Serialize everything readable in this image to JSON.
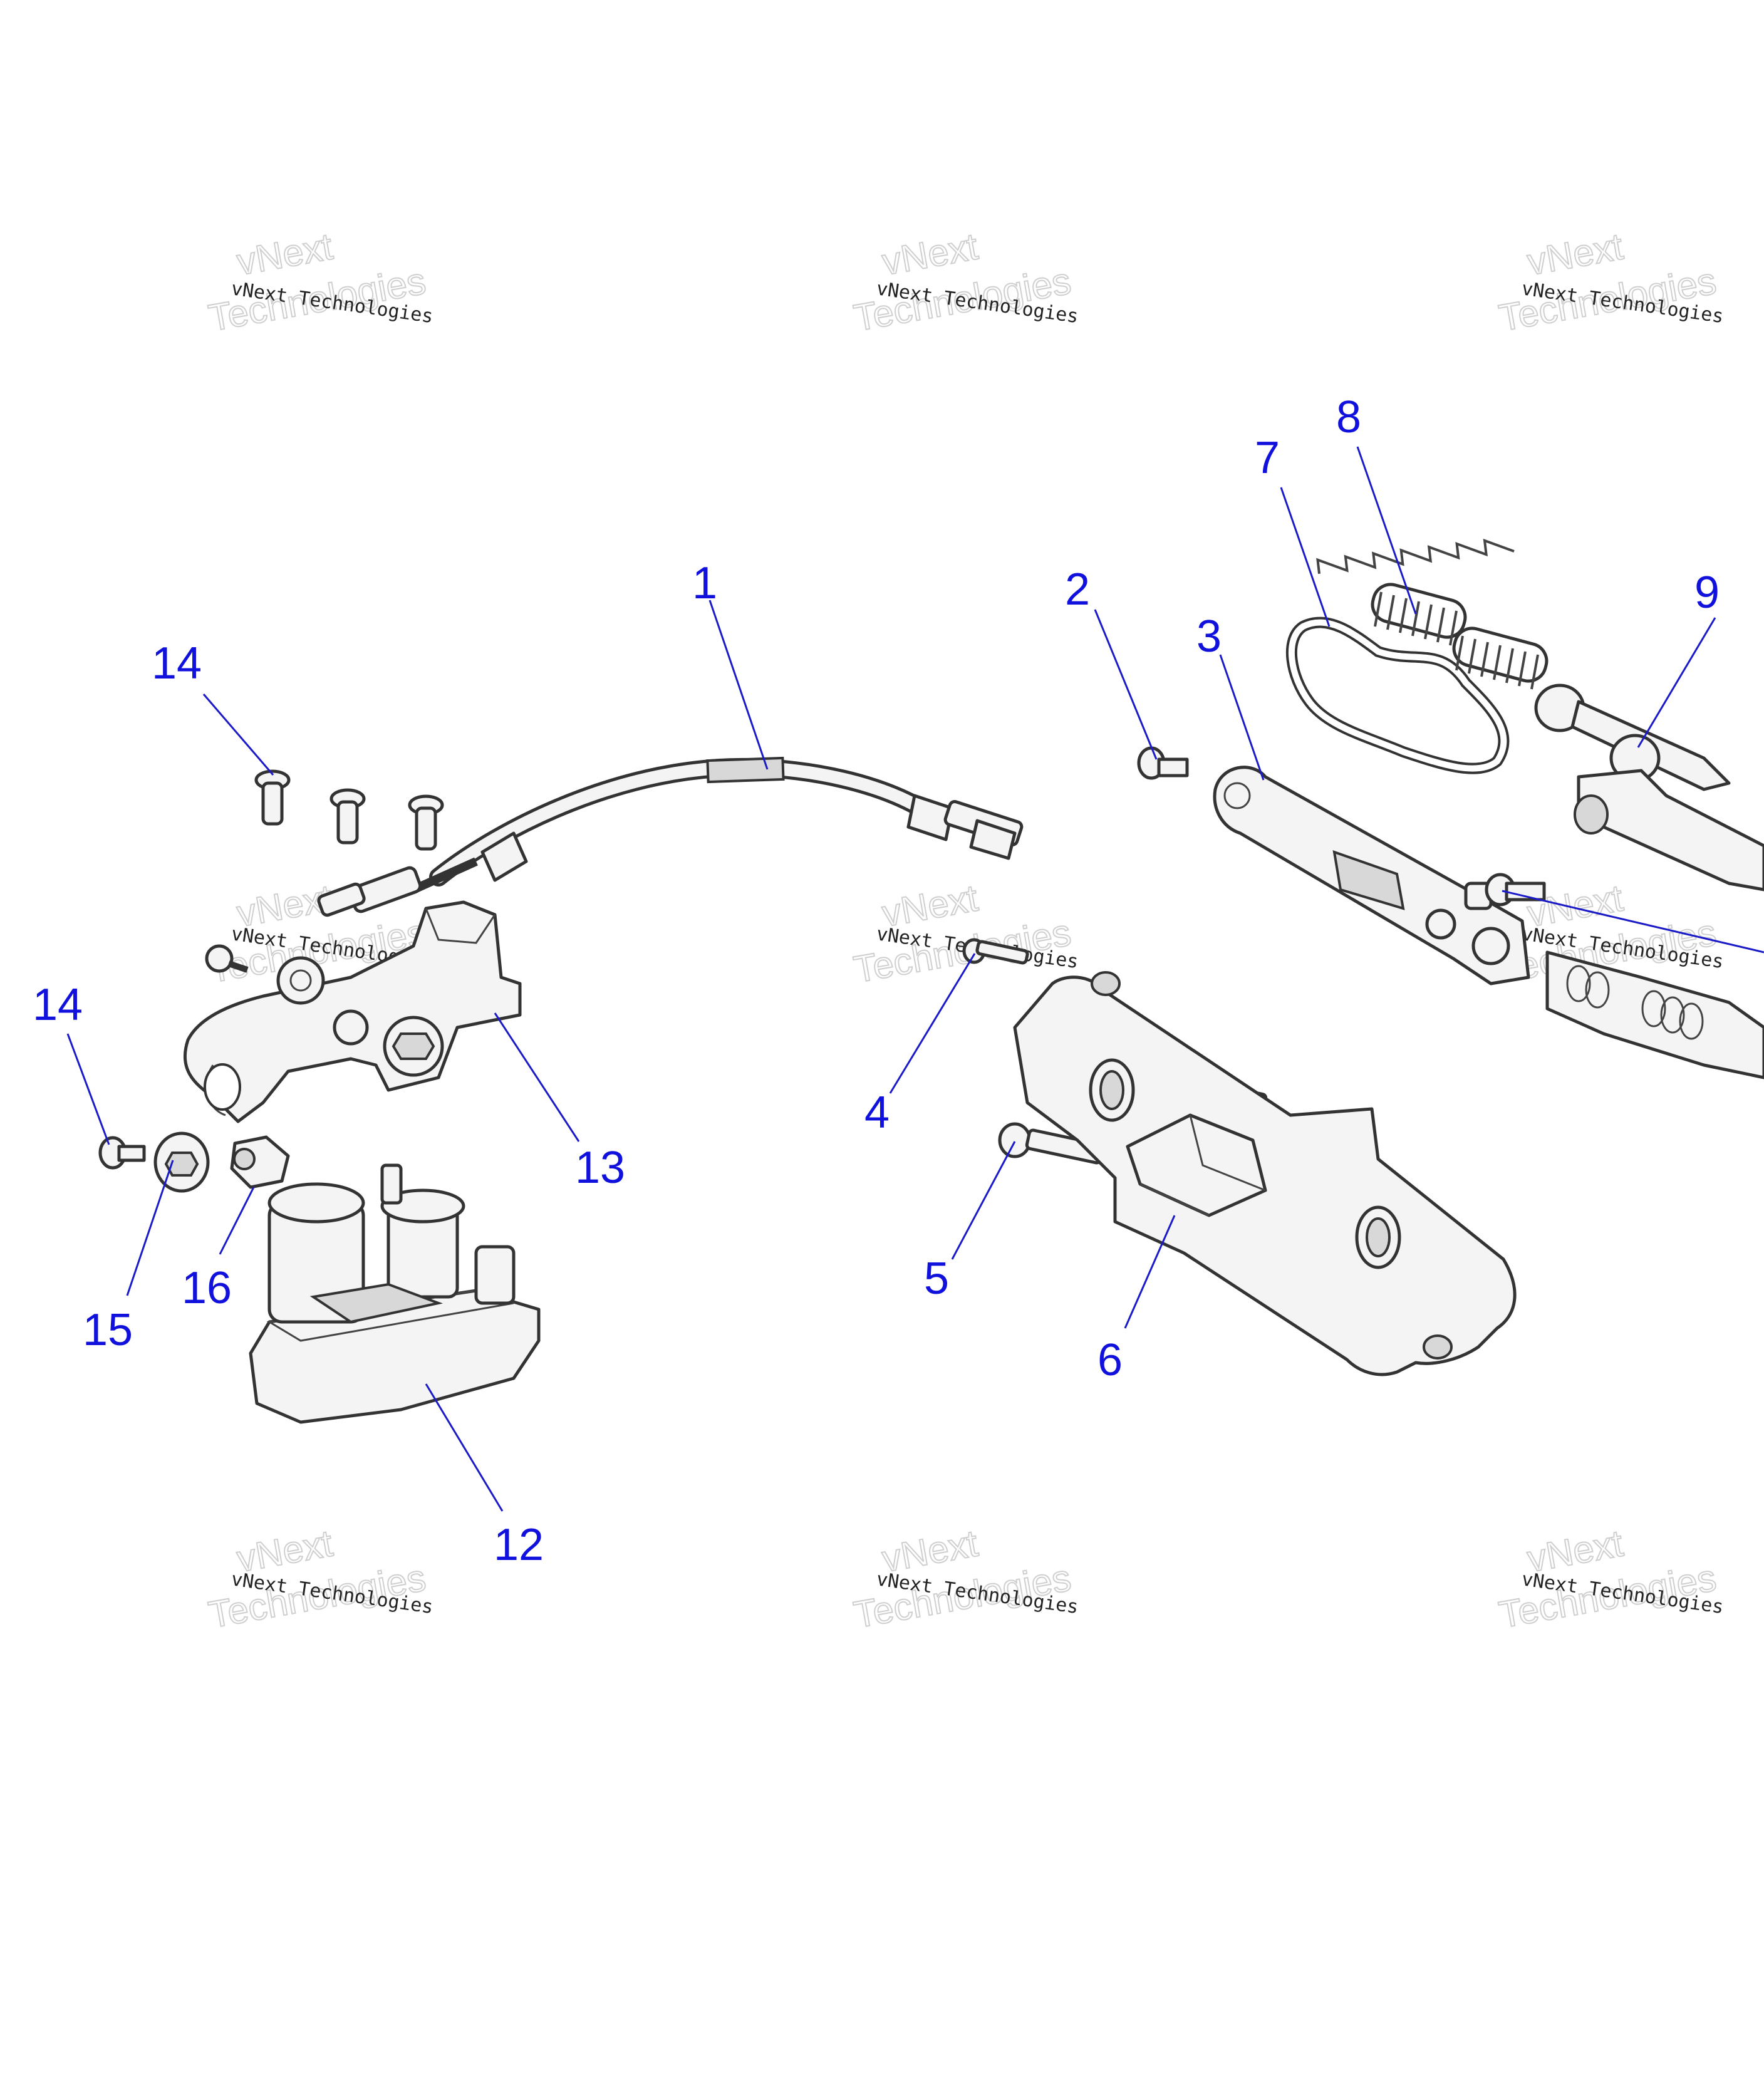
{
  "watermark": {
    "line_small": "vNext Technologies",
    "word_top": "vNext",
    "word_bottom": "Technologies"
  },
  "callouts": {
    "c1": "1",
    "c2": "2",
    "c3": "3",
    "c4": "4",
    "c5": "5",
    "c6": "6",
    "c7": "7",
    "c8": "8",
    "c9": "9",
    "c12": "12",
    "c13": "13",
    "c14a": "14",
    "c14b": "14",
    "c15": "15",
    "c16": "16"
  },
  "colors": {
    "callout": "#1111dd",
    "leader": "#1a1ac8",
    "part_stroke": "#333333"
  }
}
